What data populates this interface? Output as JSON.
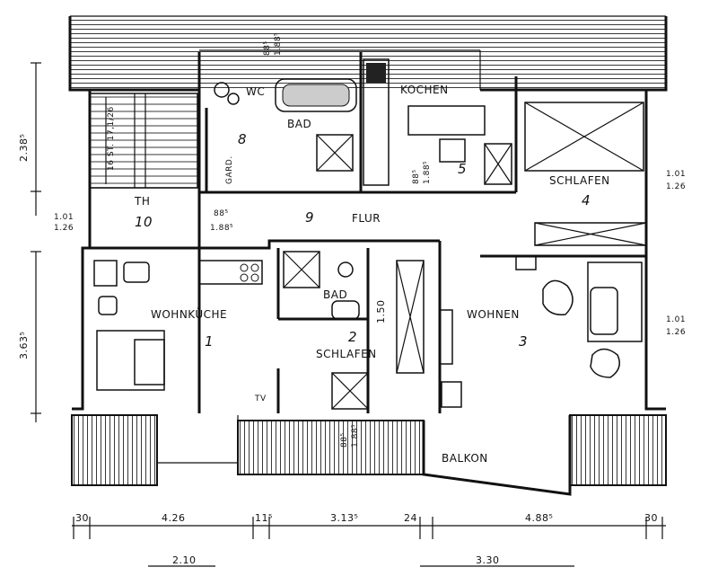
{
  "rooms": {
    "wc": "WC",
    "bad_top": "BAD",
    "kochen": "KOCHEN",
    "schlafen_4": "SCHLAFEN",
    "num_4": "4",
    "th": "TH",
    "num_10": "10",
    "num_8": "8",
    "gard": "GARD.",
    "num_9": "9",
    "flur": "FLUR",
    "wohnkueche": "WOHNKÜCHE",
    "num_1": "1",
    "bad_mid": "BAD",
    "num_2": "2",
    "schlafen_2": "SCHLAFEN",
    "wohnen": "WOHNEN",
    "num_3": "3",
    "balkon": "BALKON",
    "tv": "TV",
    "num_5": "5"
  },
  "annotations": {
    "vertical_dim_top": "2.38⁵",
    "vertical_dim_bottom": "3.63⁵",
    "window_left_a": "1.01",
    "window_left_b": "1.26",
    "window_right_top_a": "1.01",
    "window_right_top_b": "1.26",
    "window_right_mid_a": "1.01",
    "window_right_mid_b": "1.26",
    "door_flur_a": "88⁵",
    "door_flur_b": "1.88⁵",
    "bad_width": "1.50",
    "stair_note": "16 ST. 17,1/26",
    "door_bad_a": "88⁵",
    "door_bad_b": "1.88⁵",
    "door_kochen_a": "88⁵",
    "door_kochen_b": "1.88⁵",
    "door_schlafen_a": "88⁵",
    "door_schlafen_b": "1.88⁵"
  },
  "dimensions": {
    "bottom_row": [
      "30",
      "4.26",
      "11⁵",
      "3.13⁵",
      "24",
      "4.88⁵",
      "30"
    ],
    "lower_row": [
      "2.10",
      "3.30"
    ]
  }
}
